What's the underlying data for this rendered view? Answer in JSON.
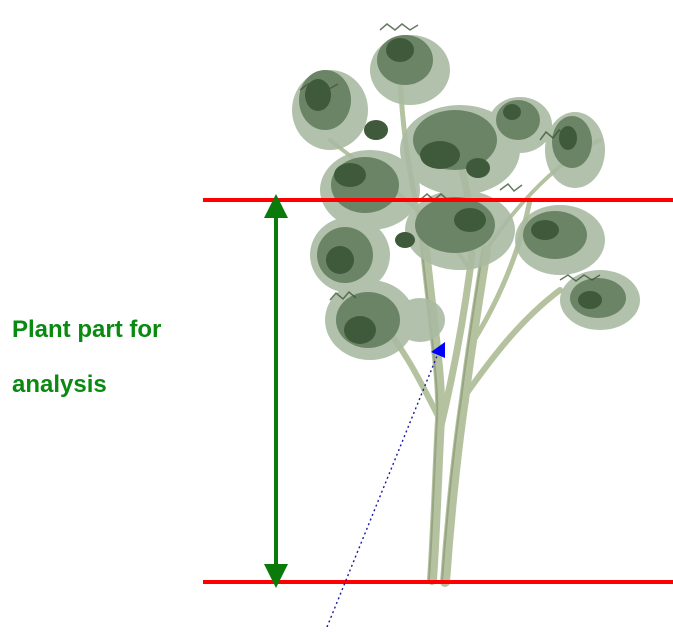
{
  "label": {
    "line1": "Plant part for",
    "line2": "analysis"
  },
  "colors": {
    "label": "#0a8a10",
    "boundary": "#ff0000",
    "measure_arrow": "#0a7a0a",
    "pointer": "#1a1aa0",
    "pointer_head": "#0000ff",
    "stem": "#b5c2a0",
    "leaf_dark": "#3f5a3a",
    "leaf_mid": "#6b8466",
    "leaf_light": "#a9bba3"
  },
  "icons": {
    "plant": "parsley-plant-illustration",
    "measure": "double-headed-arrow",
    "pointer": "dotted-pointer-arrow"
  }
}
